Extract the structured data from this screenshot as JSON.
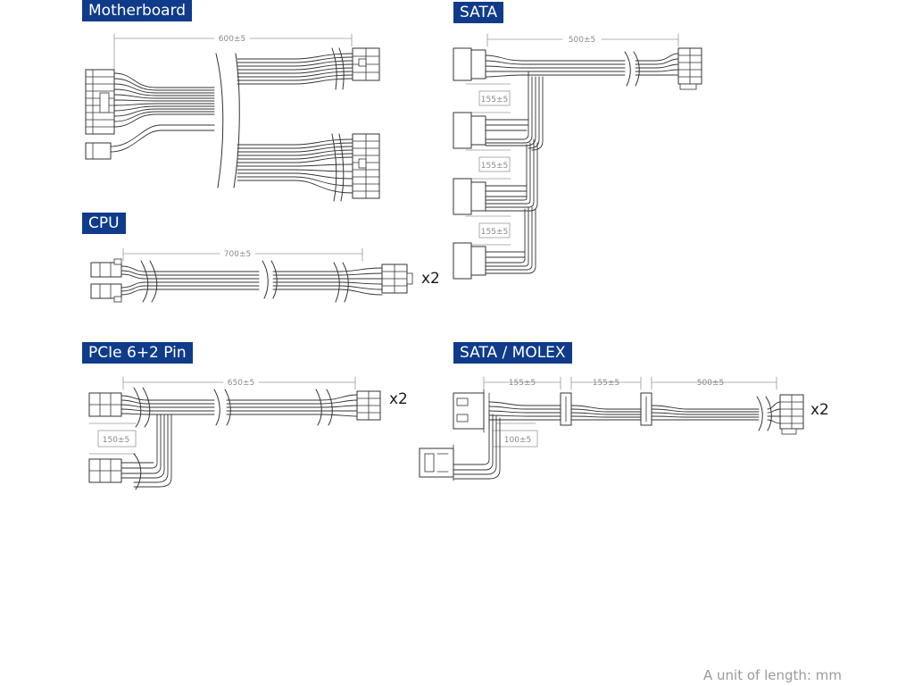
{
  "colors": {
    "label_bg": "#0f3b8a",
    "wire": "#333333",
    "dim_line": "#9a9a9a",
    "footnote": "#9a9a9a"
  },
  "labels": {
    "motherboard": "Motherboard",
    "sata": "SATA",
    "cpu": "CPU",
    "pcie": "PCIe 6+2 Pin",
    "sata_molex": "SATA / MOLEX"
  },
  "dimensions": {
    "motherboard_length": "600±5",
    "sata_length": "500±5",
    "sata_gap_1": "155±5",
    "sata_gap_2": "155±5",
    "sata_gap_3": "155±5",
    "cpu_length": "700±5",
    "pcie_length": "650±5",
    "pcie_branch": "150±5",
    "sm_gap_1": "155±5",
    "sm_gap_2": "155±5",
    "sm_length": "500±5",
    "sm_molex": "100±5"
  },
  "multipliers": {
    "cpu": "x2",
    "pcie": "x2",
    "sata_molex": "x2"
  },
  "footnote": "A unit of length: mm"
}
